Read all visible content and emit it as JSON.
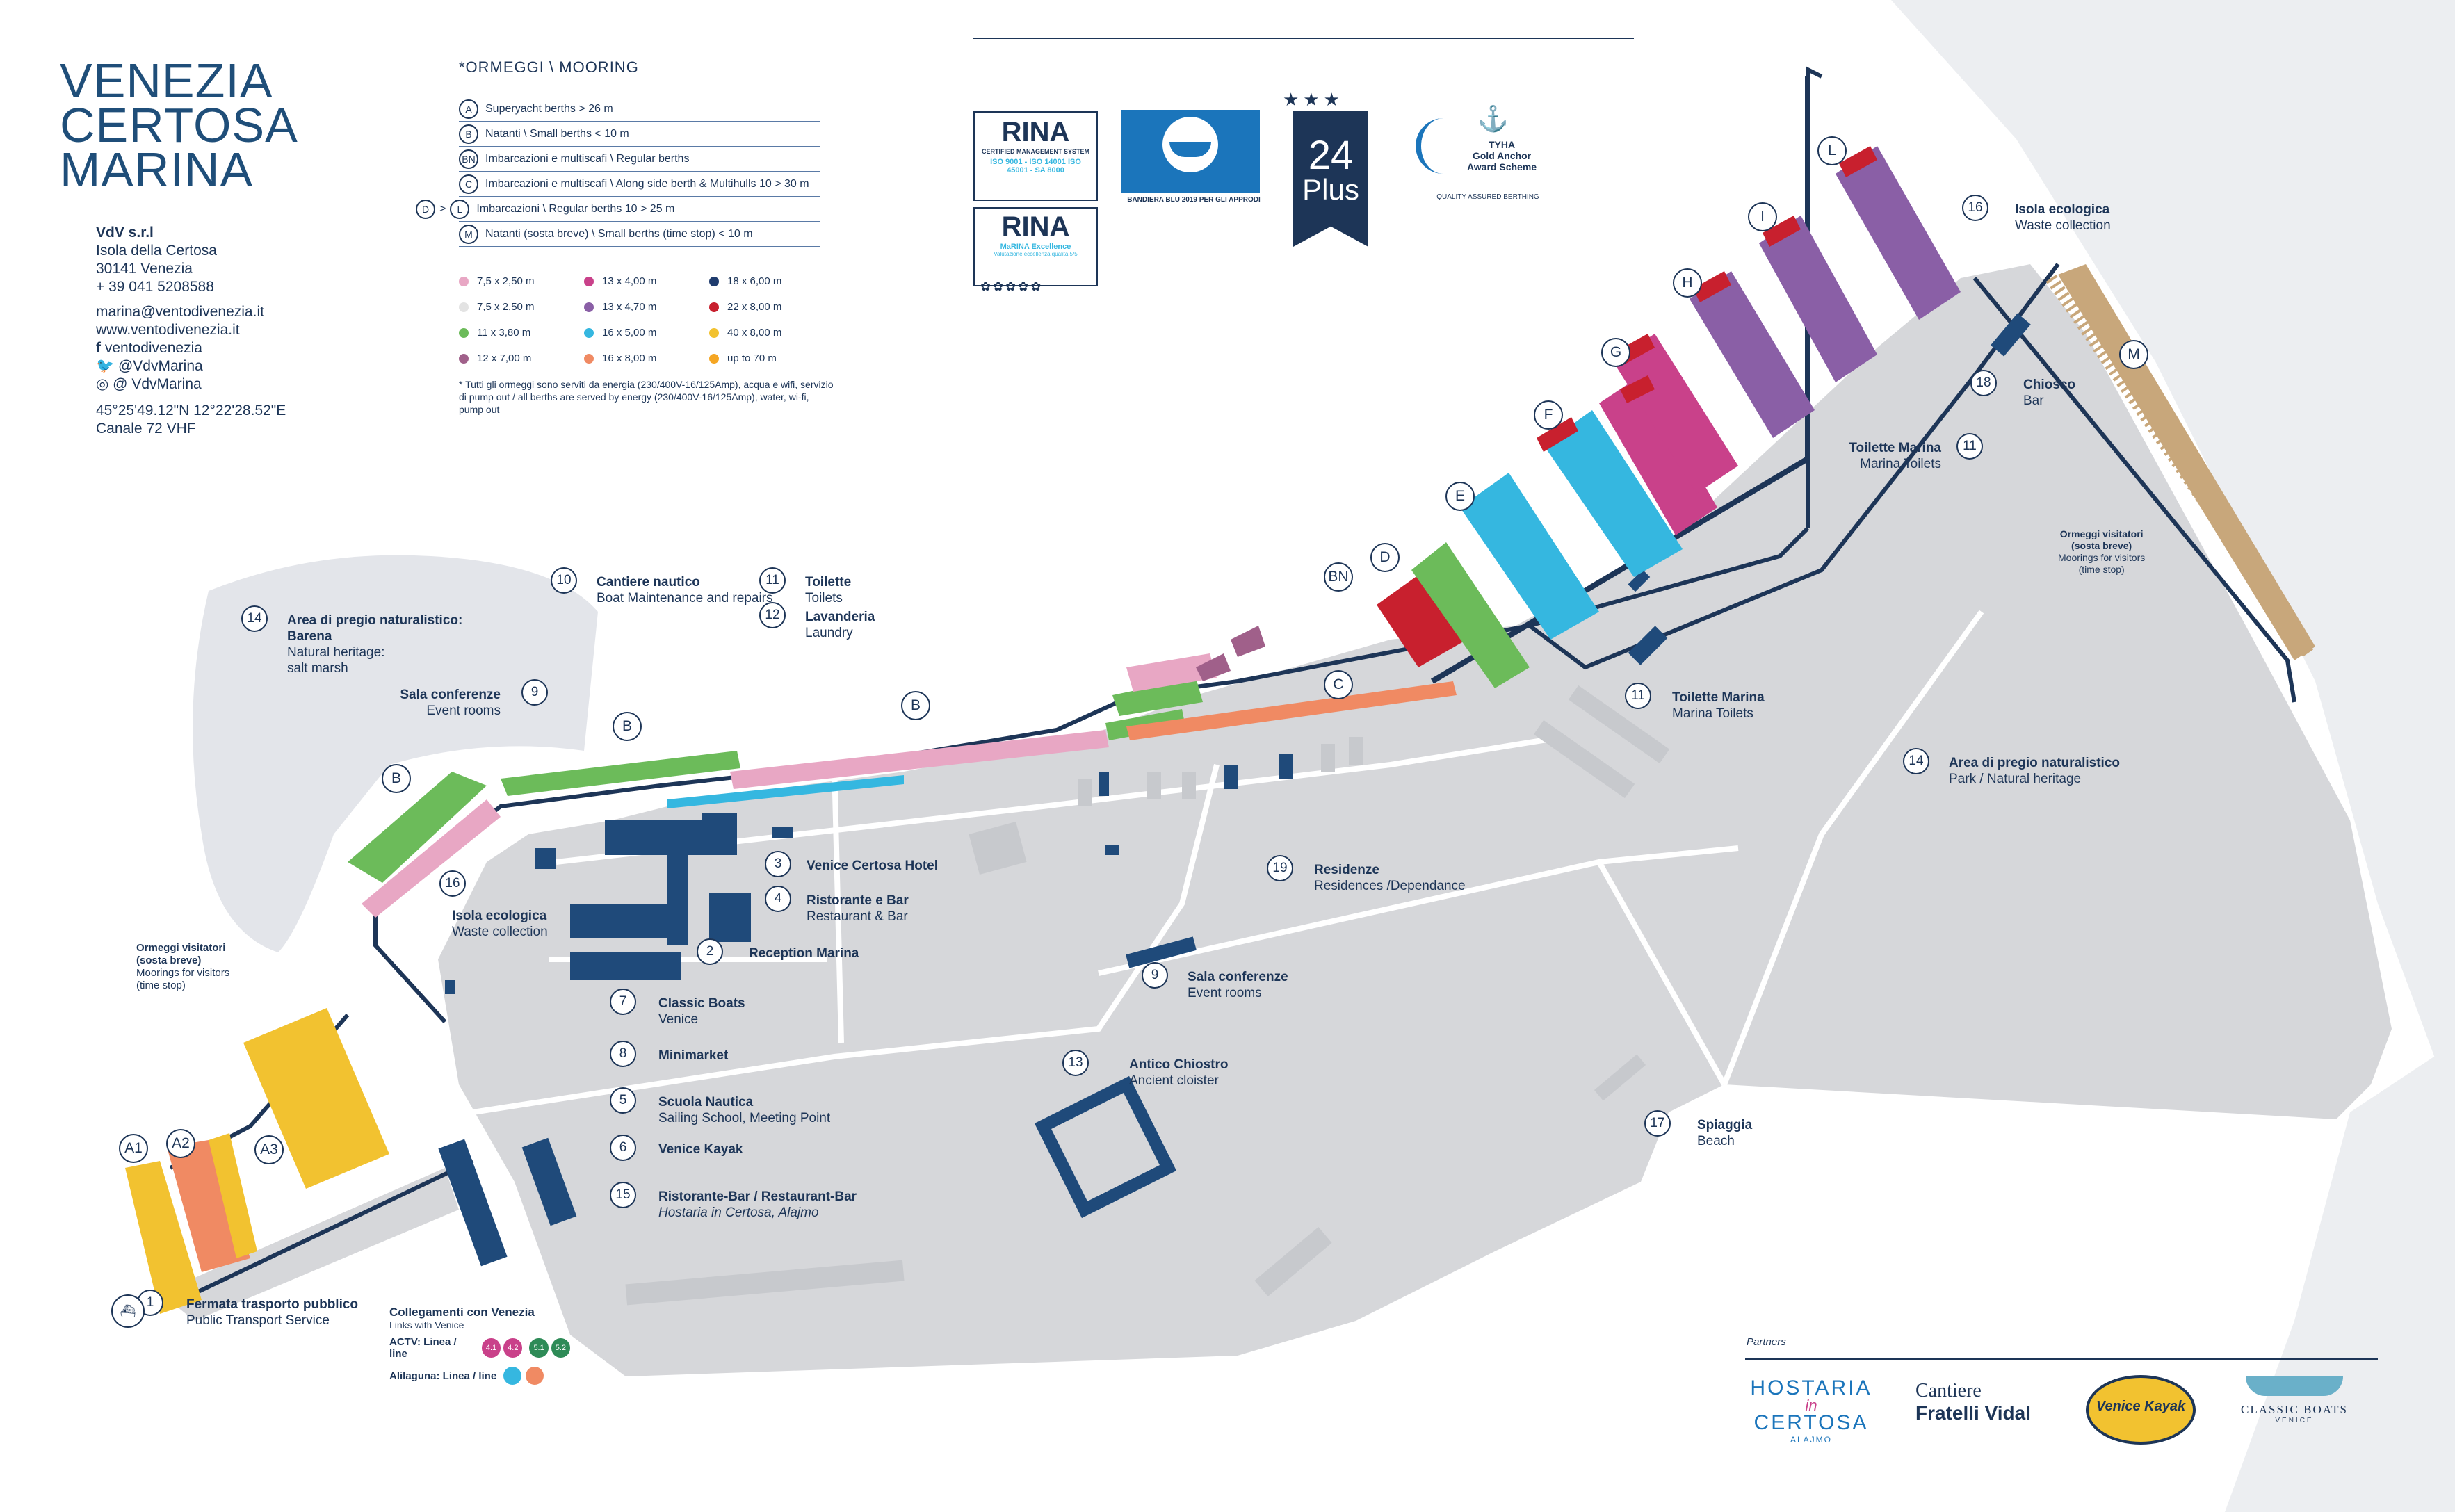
{
  "brand": {
    "line1": "VENEZIA",
    "line2": "CERTOSA",
    "line3": "MARINA"
  },
  "contact": {
    "company": "VdV s.r.l",
    "address1": "Isola della Certosa",
    "address2": "30141 Venezia",
    "phone": "+ 39 041 5208588",
    "email": "marina@ventodivenezia.it",
    "web": "www.ventodivenezia.it",
    "facebook": "ventodivenezia",
    "twitter": "@VdvMarina",
    "instagram": "@ VdvMarina",
    "coords": "45°25'49.12\"N 12°22'28.52\"E",
    "radio": "Canale 72 VHF"
  },
  "mooring": {
    "title": "*ORMEGGI",
    "title_en": "MOORING",
    "rows": [
      {
        "key": "A",
        "text": "Superyacht berths > 26 m"
      },
      {
        "key": "B",
        "text": "Natanti \\ Small berths < 10 m"
      },
      {
        "key": "BN",
        "text": "Imbarcazioni e multiscafi \\ Regular berths"
      },
      {
        "key": "C",
        "text": "Imbarcazioni e multiscafi \\ Along side berth & Multihulls 10 > 30 m"
      },
      {
        "key": "L",
        "prefix": "D",
        "text": "Imbarcazioni \\ Regular berths 10 > 25 m"
      },
      {
        "key": "M",
        "text": "Natanti (sosta breve) \\ Small berths (time stop) < 10 m"
      }
    ],
    "sizes": [
      {
        "label": "7,5 x 2,50 m",
        "color": "#e8a7c4"
      },
      {
        "label": "13 x 4,00 m",
        "color": "#c9418a"
      },
      {
        "label": "18 x 6,00 m",
        "color": "#1f3c6e"
      },
      {
        "label": "7,5 x 2,50 m",
        "color": "#e3e3e3"
      },
      {
        "label": "13 x 4,70 m",
        "color": "#8a5fa6"
      },
      {
        "label": "22 x 8,00 m",
        "color": "#c8202e"
      },
      {
        "label": "11 x 3,80 m",
        "color": "#6cbb5a"
      },
      {
        "label": "16 x 5,00 m",
        "color": "#35b7e0"
      },
      {
        "label": "40 x 8,00 m",
        "color": "#f2c230"
      },
      {
        "label": "12 x 7,00 m",
        "color": "#a0608a"
      },
      {
        "label": "16 x 8,00 m",
        "color": "#f08a63"
      },
      {
        "label": "up to 70 m",
        "color": "#f5a623"
      }
    ],
    "note": "* Tutti gli ormeggi sono serviti da energia (230/400V-16/125Amp), acqua e wifi, servizio di pump out / all berths are served by energy (230/400V-16/125Amp), water, wi-fi, pump out"
  },
  "certs": {
    "rina1": "RINA",
    "rina1_sub": "CERTIFIED MANAGEMENT SYSTEM",
    "rina1_iso": "ISO 9001 - ISO 14001 ISO 45001 - SA 8000",
    "rina2": "RINA",
    "rina2_sub": "MaRINA Excellence",
    "rina2_sub2": "Valutazione eccellenza qualità 5/5",
    "blue_flag": "BANDIERA BLU 2019 PER GLI APPRODI",
    "plus_num": "24",
    "plus_word": "Plus",
    "tyha1": "TYHA",
    "tyha2": "Gold Anchor",
    "tyha3": "Award Scheme",
    "tyha4": "QUALITY ASSURED BERTHING"
  },
  "places": {
    "p1": {
      "num": "1",
      "it": "Fermata trasporto pubblico",
      "en": "Public Transport Service"
    },
    "p2": {
      "num": "2",
      "it": "Reception Marina"
    },
    "p3": {
      "num": "3",
      "it": "Venice Certosa Hotel"
    },
    "p4": {
      "num": "4",
      "it": "Ristorante e Bar",
      "en": "Restaurant & Bar"
    },
    "p5": {
      "num": "5",
      "it": "Scuola Nautica",
      "en": "Sailing School, Meeting Point"
    },
    "p6": {
      "num": "6",
      "it": "Venice Kayak"
    },
    "p7": {
      "num": "7",
      "it": "Classic Boats",
      "en": "Venice"
    },
    "p8": {
      "num": "8",
      "it": "Minimarket"
    },
    "p9a": {
      "num": "9",
      "it": "Sala conferenze",
      "en": "Event rooms"
    },
    "p9b": {
      "num": "9",
      "it": "Sala conferenze",
      "en": "Event rooms"
    },
    "p10": {
      "num": "10",
      "it": "Cantiere nautico",
      "en": "Boat Maintenance and repairs"
    },
    "p11a": {
      "num": "11",
      "it": "Toilette",
      "en": "Toilets"
    },
    "p12": {
      "num": "12",
      "it": "Lavanderia",
      "en": "Laundry"
    },
    "p11b": {
      "num": "11",
      "it": "Toilette Marina",
      "en": "Marina Toilets"
    },
    "p11c": {
      "num": "11",
      "it": "Toilette Marina",
      "en": "Marina Toilets"
    },
    "p13": {
      "num": "13",
      "it": "Antico Chiostro",
      "en": "Ancient cloister"
    },
    "p14a": {
      "num": "14",
      "it": "Area di pregio naturalistico:",
      "it2": "Barena",
      "en": "Natural heritage:",
      "en2": "salt marsh"
    },
    "p14b": {
      "num": "14",
      "it": "Area di pregio naturalistico",
      "en": "Park / Natural heritage"
    },
    "p15": {
      "num": "15",
      "it": "Ristorante-Bar / Restaurant-Bar",
      "en": "Hostaria in Certosa, Alajmo"
    },
    "p16a": {
      "num": "16",
      "it": "Isola ecologica",
      "en": "Waste collection"
    },
    "p16b": {
      "num": "16",
      "it": "Isola ecologica",
      "en": "Waste collection"
    },
    "p17": {
      "num": "17",
      "it": "Spiaggia",
      "en": "Beach"
    },
    "p18": {
      "num": "18",
      "it": "Chiosco",
      "en": "Bar"
    },
    "p19": {
      "num": "19",
      "it": "Residenze",
      "en": "Residences /Dependance"
    }
  },
  "visitors_left": {
    "it1": "Ormeggi visitatori",
    "it2": "(sosta breve)",
    "en1": "Moorings for visitors",
    "en2": "(time stop)"
  },
  "visitors_right": {
    "it1": "Ormeggi visitatori",
    "it2": "(sosta breve)",
    "en1": "Moorings for visitors",
    "en2": "(time stop)"
  },
  "transport": {
    "title": "Collegamenti con Venezia",
    "subtitle": "Links with Venice",
    "actv": "ACTV: Linea / line",
    "alilaguna": "Alilaguna: Linea / line",
    "lines": [
      "4.1",
      "4.2",
      "5.1",
      "5.2"
    ]
  },
  "pier_letters": [
    "A1",
    "A2",
    "A3",
    "B",
    "B",
    "B",
    "BN",
    "C",
    "D",
    "E",
    "F",
    "G",
    "H",
    "I",
    "L",
    "M"
  ],
  "partners": {
    "label": "Partners",
    "hostaria1": "HOSTARIA",
    "hostaria2": "in",
    "hostaria3": "CERTOSA",
    "hostaria4": "ALAJMO",
    "cantiere1": "Cantiere",
    "cantiere2": "Fratelli Vidal",
    "kayak": "Venice Kayak",
    "classic1": "CLASSIC BOATS",
    "classic2": "VENICE"
  },
  "colors": {
    "navy": "#1d3557",
    "land": "#d6d7da",
    "water_marsh": "#e3e5ea",
    "building": "#1f4a7a"
  }
}
